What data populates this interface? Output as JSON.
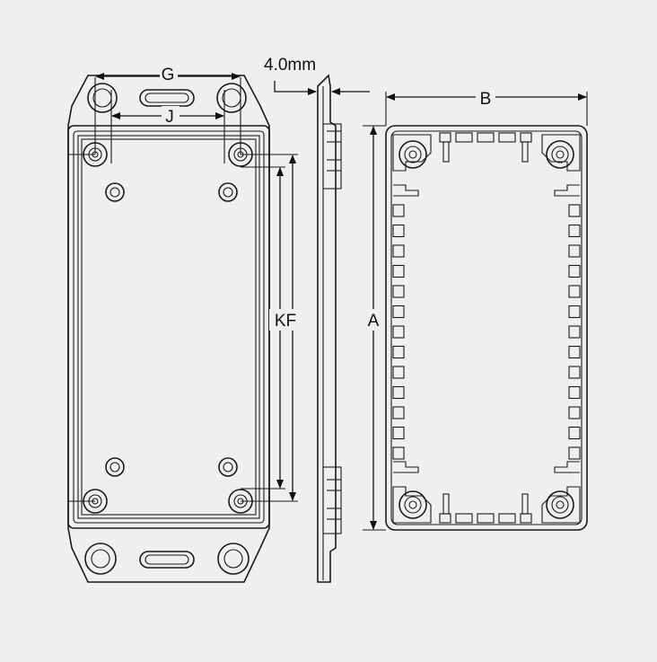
{
  "diagram": {
    "labels": {
      "g": "G",
      "j": "J",
      "thickness": "4.0mm",
      "b": "B",
      "kf": "KF",
      "a": "A"
    },
    "colors": {
      "background": "#efefef",
      "line": "#1a1a1a"
    }
  }
}
